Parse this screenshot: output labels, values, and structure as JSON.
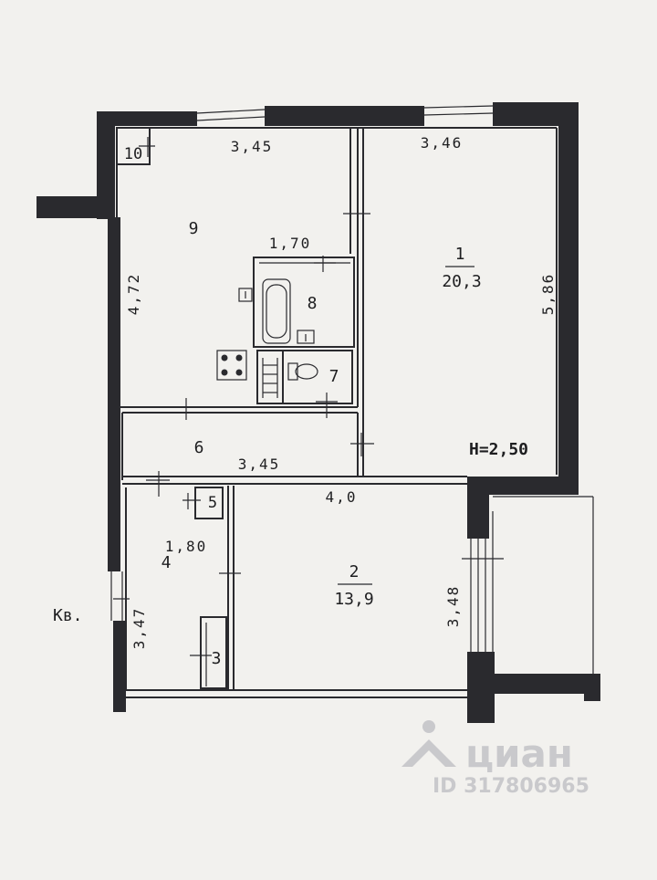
{
  "rooms": [
    {
      "number": "1",
      "area": "20,3"
    },
    {
      "number": "2",
      "area": "13,9"
    },
    {
      "number": "3"
    },
    {
      "number": "4"
    },
    {
      "number": "5"
    },
    {
      "number": "6"
    },
    {
      "number": "7"
    },
    {
      "number": "8"
    },
    {
      "number": "9"
    },
    {
      "number": "10"
    }
  ],
  "dimensions": {
    "top_left": "3,45",
    "top_right": "3,46",
    "room9_height": "4,72",
    "bath_width": "1,70",
    "room1_height": "5,86",
    "room6_width": "3,45",
    "room2_width": "4,0",
    "hall_width": "1,80",
    "hall_height": "3,47",
    "room2_height": "3,48"
  },
  "ceiling_height": "H=2,50",
  "apartment_label": "Кв.",
  "watermark": {
    "brand": "циан",
    "id": "ID 317806965"
  },
  "colors": {
    "paper": "#f2f1ee",
    "ink": "#2a2a2e",
    "watermark": "#c9c9cc"
  }
}
